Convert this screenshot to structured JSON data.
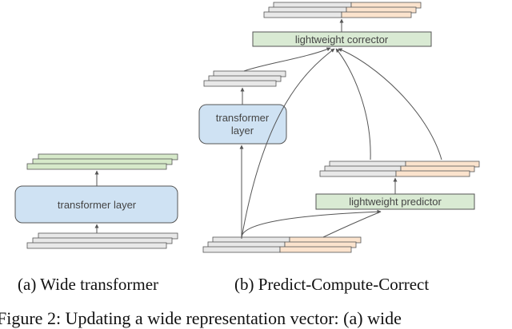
{
  "diagram": {
    "left": {
      "layer_label": "transformer layer",
      "caption": "(a) Wide transformer"
    },
    "right": {
      "corrector_label": "lightweight corrector",
      "transformer_label_line1": "transformer",
      "transformer_label_line2": "layer",
      "predictor_label": "lightweight predictor",
      "caption": "(b) Predict-Compute-Correct"
    },
    "figure_caption": "Figure 2: Updating a wide representation vector: (a) wide"
  },
  "colors": {
    "gray_bar": "#e8e8e8",
    "green_bar": "#d6e9c9",
    "orange_bar": "#fbe3cd",
    "blue_box": "#cfe2f3",
    "green_box": "#d9ead3",
    "stroke": "#555555"
  }
}
